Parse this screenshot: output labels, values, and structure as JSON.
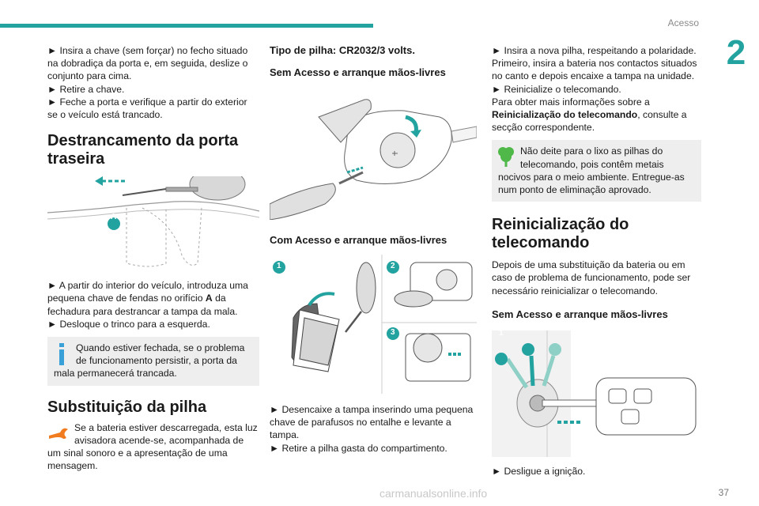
{
  "header": {
    "section": "Acesso",
    "chapter": "2",
    "page_number": "37"
  },
  "col1": {
    "intro_lines": [
      "► Insira a chave (sem forçar) no fecho situado na dobradiça da porta e, em seguida, deslize o conjunto para cima.",
      "► Retire a chave.",
      "► Feche a porta e verifique a partir do exterior se o veículo está trancado."
    ],
    "heading1": "Destrancamento da porta traseira",
    "figure_label": "A",
    "step_prefix": "► A partir do interior do veículo, introduza uma pequena chave de fendas no orifício ",
    "step_bold": "A",
    "step_suffix": " da fechadura para destrancar a tampa da mala.",
    "step2": "► Desloque o trinco para a esquerda.",
    "info_note": "Quando estiver fechada, se o problema de funcionamento persistir, a porta da mala permanecerá trancada.",
    "heading2": "Substituição da pilha",
    "warn_note": "Se a bateria estiver descarregada, esta luz avisadora acende-se, acompanhada de um sinal sonoro e a apresentação de uma mensagem."
  },
  "col2": {
    "battery_type": "Tipo de pilha: CR2032/3 volts.",
    "sub1": "Sem Acesso e arranque mãos-livres",
    "sub2": "Com Acesso e arranque mãos-livres",
    "badges": [
      "1",
      "2",
      "3"
    ],
    "step1": "► Desencaixe a tampa inserindo uma pequena chave de parafusos no entalhe e levante a tampa.",
    "step2": "► Retire a pilha gasta do compartimento."
  },
  "col3": {
    "step1": "► Insira a nova pilha, respeitando a polaridade. Primeiro, insira a bateria nos contactos situados no canto e depois encaixe a tampa na unidade.",
    "step2": "► Reinicialize o telecomando.",
    "more_prefix": "Para obter mais informações sobre a ",
    "more_bold": "Reinicialização do telecomando",
    "more_suffix": ", consulte a secção correspondente.",
    "eco_note": "Não deite para o lixo as pilhas do telecomando, pois contêm metais nocivos para o meio ambiente. Entregue-as num ponto de eliminação aprovado.",
    "heading": "Reinicialização do telecomando",
    "body": "Depois de uma substituição da bateria ou em caso de problema de funcionamento, pode ser necessário reinicializar o telecomando.",
    "sub": "Sem Acesso e arranque mãos-livres",
    "badges": [
      "1",
      "2",
      "3"
    ],
    "last_step": "► Desligue a ignição."
  },
  "watermark": "carmanualsonline.info",
  "colors": {
    "accent": "#23a3a0",
    "note_bg": "#eeeeee",
    "warn": "#f07c1f",
    "eco": "#4fb848",
    "info": "#3aa0d8"
  }
}
